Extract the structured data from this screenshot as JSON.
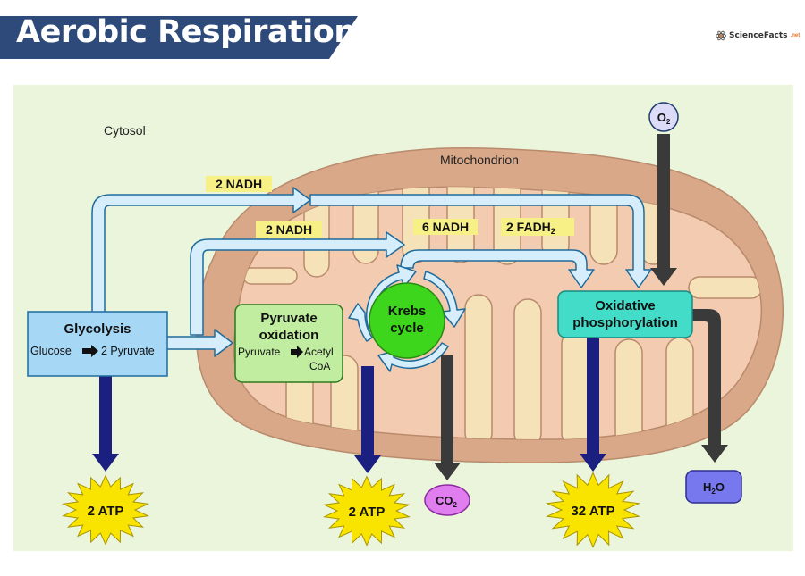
{
  "title": "Aerobic Respiration",
  "logo": {
    "brand": "ScienceFacts",
    "tld": ".net"
  },
  "regions": {
    "cytosol": "Cytosol",
    "mitochondrion": "Mitochondrion"
  },
  "stages": {
    "glycolysis": {
      "title": "Glycolysis",
      "detail_input": "Glucose",
      "detail_output": "2 Pyruvate"
    },
    "pyruvate_oxidation": {
      "title_line1": "Pyruvate",
      "title_line2": "oxidation",
      "detail_input": "Pyruvate",
      "detail_output_line1": "Acetyl",
      "detail_output_line2": "CoA"
    },
    "krebs_cycle": {
      "line1": "Krebs",
      "line2": "cycle"
    },
    "oxidative_phosphorylation": {
      "line1": "Oxidative",
      "line2": "phosphorylation"
    }
  },
  "carriers": {
    "glycolysis_nadh": "2 NADH",
    "pyruvate_nadh": "2 NADH",
    "krebs_nadh": "6 NADH",
    "krebs_fadh2": {
      "base": "2 FADH",
      "subscript": "2"
    }
  },
  "molecules": {
    "oxygen": {
      "base": "O",
      "subscript": "2"
    },
    "carbon_dioxide": {
      "base": "CO",
      "subscript": "2"
    },
    "water": {
      "prefix": "H",
      "subscript": "2",
      "suffix": "O"
    }
  },
  "atp_yields": {
    "glycolysis": "2 ATP",
    "krebs": "2 ATP",
    "oxidative": "32 ATP"
  },
  "colors": {
    "banner": "#2d4a7a",
    "background": "#eaf5dc",
    "mitochondrion_outer": "#d8a888",
    "matrix": "#f3cbb0",
    "cristae": "#f5e2b8",
    "flow_arrow_fill": "#d6eefb",
    "flow_arrow_stroke": "#1e6b9c",
    "atp_arrow": "#1b1f80",
    "waste_arrow": "#3a3a3a",
    "glycolysis_box": "#a6d7f5",
    "pyruvate_box": "#c0eda0",
    "krebs_circle": "#3dd61c",
    "oxphos_box": "#42dcc8",
    "carrier_label_bg": "#f7f086",
    "atp_star": "#f9e400",
    "co2": "#e07ef0",
    "water": "#7777ee",
    "oxygen": "#dcdcf8"
  }
}
